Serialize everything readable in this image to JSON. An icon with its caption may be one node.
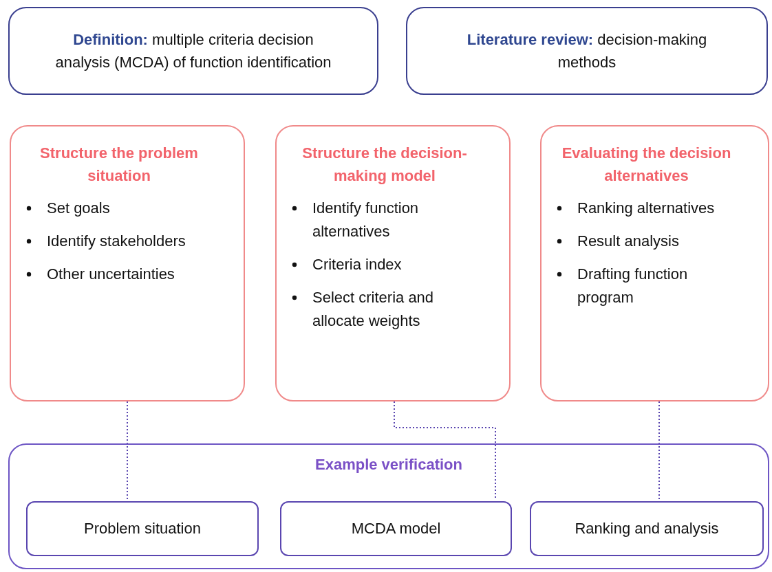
{
  "diagram": {
    "nodes": [
      {
        "text": [
          "**Definition:** multiple criteria decision analysis (MCDA) of function identification"
        ]
      },
      {
        "text": [
          "**Literature review:** decision-making methods"
        ]
      },
      {
        "text": [
          "Structure the problem situation",
          "Set goals",
          "Identify stakeholders",
          "Other uncertainties"
        ]
      },
      {
        "text": [
          "Structure the decision-making model",
          "Identify function alternatives",
          "Criteria index",
          "Select criteria and allocate weights"
        ]
      },
      {
        "text": [
          "Evaluating the decision alternatives",
          "Ranking alternatives",
          "Result analysis",
          "Drafting function program"
        ]
      },
      {
        "text": [
          "Example verification"
        ]
      },
      {
        "text": [
          "Problem situation"
        ],
        "in": 5
      },
      {
        "text": [
          "MCDA model"
        ],
        "in": 5
      },
      {
        "text": [
          "Ranking and analysis"
        ],
        "in": 5
      }
    ],
    "edges": [
      {
        "from": 2,
        "to": 6,
        "arrow": "none",
        "style": "dashed"
      },
      {
        "from": 3,
        "to": 7,
        "arrow": "none",
        "style": "dashed"
      },
      {
        "from": 4,
        "to": 8,
        "arrow": "none",
        "style": "dashed"
      }
    ]
  }
}
